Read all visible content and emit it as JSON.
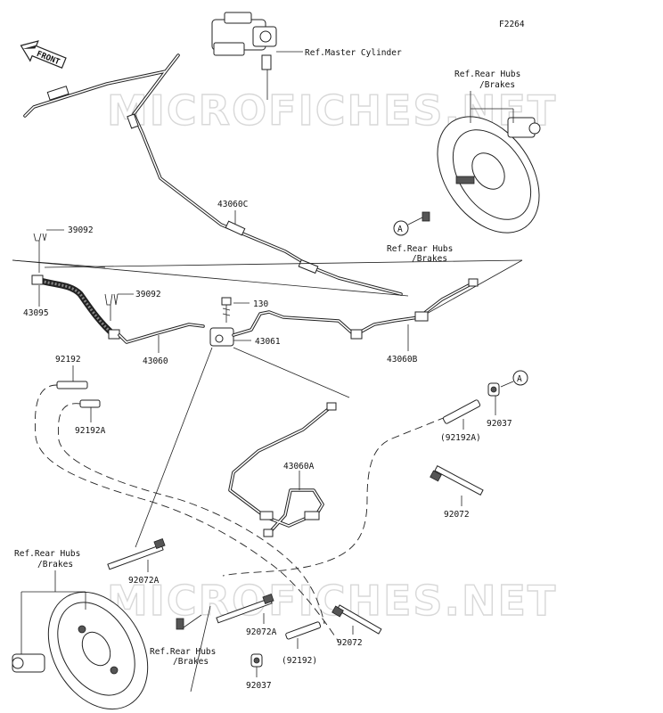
{
  "figure_code": "F2264",
  "front_label": "FRONT",
  "watermark": "MICROFICHES.NET",
  "refs": {
    "master_cylinder": "Ref.Master Cylinder",
    "rear_hubs_top_l1": "Ref.Rear Hubs",
    "rear_hubs_top_l2": "/Brakes",
    "rear_hubs_mid_l1": "Ref.Rear Hubs",
    "rear_hubs_mid_l2": "/Brakes",
    "rear_hubs_left_l1": "Ref.Rear Hubs",
    "rear_hubs_left_l2": "/Brakes",
    "rear_hubs_bottom_l1": "Ref.Rear Hubs",
    "rear_hubs_bottom_l2": "/Brakes"
  },
  "parts": {
    "p43060C": "43060C",
    "p39092_a": "39092",
    "p39092_b": "39092",
    "p43095": "43095",
    "p130": "130",
    "p43061": "43061",
    "p43060": "43060",
    "p43060B": "43060B",
    "p92192": "92192",
    "p92192A": "92192A",
    "p92192A_paren": "(92192A)",
    "p92037_a": "92037",
    "p43060A": "43060A",
    "p92072": "92072",
    "p92072A_a": "92072A",
    "p92072A_b": "92072A",
    "p92072_b": "92072",
    "p92192_paren": "(92192)",
    "p92037_b": "92037"
  },
  "callout_letter": "A"
}
